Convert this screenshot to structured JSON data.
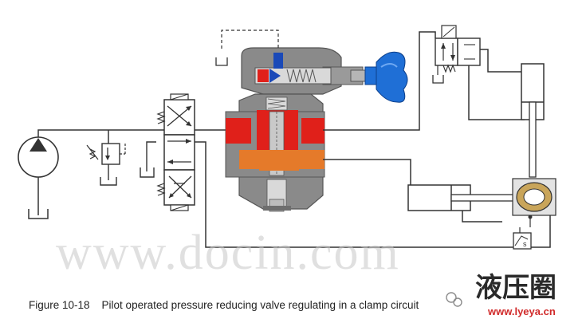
{
  "caption": "Figure 10-18    Pilot operated pressure reducing valve regulating in a clamp circuit",
  "watermark": {
    "text": "www.docin.com",
    "brand_cn": "液压圈",
    "site": "www.lyeya.cn",
    "wechat_icon": "wechat-icon"
  },
  "gauge_label": "s",
  "colors": {
    "line": "#333333",
    "valve_body": "#8a8a8a",
    "valve_body_dark": "#5e5e5e",
    "pressure_red": "#e0201a",
    "reduced_orange": "#e57a2a",
    "handwheel_blue": "#1f6fd6",
    "pilot_blue": "#1a49b8",
    "cylinder_fill": "#ffffff",
    "clamp_ring": "#c9a55a",
    "watermark": "#c8c8c8",
    "brand_red": "#d12a2a",
    "brand_dark": "#2a2a2a"
  }
}
